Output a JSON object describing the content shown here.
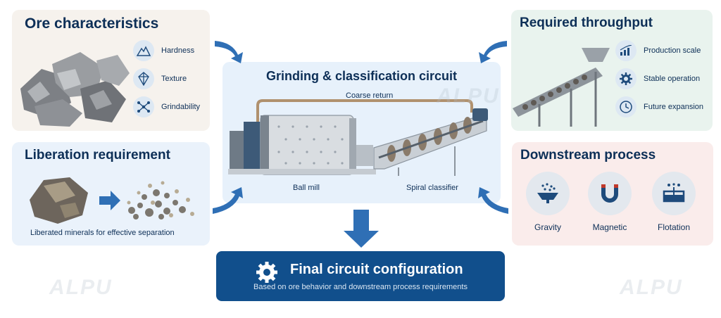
{
  "ore": {
    "title": "Ore characteristics",
    "features": [
      {
        "label": "Hardness",
        "icon": "mountain-icon"
      },
      {
        "label": "Texture",
        "icon": "crystal-icon"
      },
      {
        "label": "Grindability",
        "icon": "molecule-icon"
      }
    ]
  },
  "liberation": {
    "title": "Liberation requirement",
    "caption": "Liberated minerals for effective separation"
  },
  "circuit": {
    "title": "Grinding & classification circuit",
    "coarse_return": "Coarse return",
    "ball_mill": "Ball mill",
    "spiral_classifier": "Spiral classifier"
  },
  "throughput": {
    "title": "Required throughput",
    "features": [
      {
        "label": "Production scale",
        "icon": "bar-chart-icon"
      },
      {
        "label": "Stable operation",
        "icon": "gear-icon"
      },
      {
        "label": "Future expansion",
        "icon": "clock-icon"
      }
    ]
  },
  "downstream": {
    "title": "Downstream process",
    "items": [
      {
        "label": "Gravity",
        "icon": "gravity-sluice-icon"
      },
      {
        "label": "Magnetic",
        "icon": "magnet-icon"
      },
      {
        "label": "Flotation",
        "icon": "flotation-cell-icon"
      }
    ]
  },
  "final": {
    "title": "Final circuit configuration",
    "subtitle": "Based on ore behavior and downstream process requirements"
  },
  "watermark": "ALPU",
  "colors": {
    "navy": "#0d2f57",
    "final_box": "#114f8c",
    "arrow_blue": "#2f6fb5"
  }
}
